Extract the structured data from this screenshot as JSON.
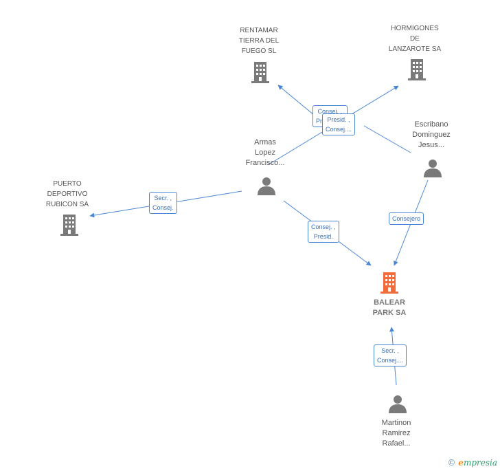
{
  "nodes": {
    "rentamar": {
      "type": "company",
      "label": [
        "RENTAMAR",
        "TIERRA DEL",
        "FUEGO SL"
      ]
    },
    "hormigones": {
      "type": "company",
      "label": [
        "HORMIGONES",
        "DE",
        "LANZAROTE SA"
      ]
    },
    "puerto": {
      "type": "company",
      "label": [
        "PUERTO",
        "DEPORTIVO",
        "RUBICON SA"
      ]
    },
    "balear": {
      "type": "main-company",
      "label": [
        "BALEAR",
        "PARK SA"
      ]
    },
    "armas": {
      "type": "person",
      "label": [
        "Armas",
        "Lopez",
        "Francisco..."
      ]
    },
    "escribano": {
      "type": "person",
      "label": [
        "Escribano",
        "Dominguez",
        "Jesus..."
      ]
    },
    "martinon": {
      "type": "person",
      "label": [
        "Martinon",
        "Ramirez",
        "Rafael..."
      ]
    }
  },
  "edges": [
    {
      "id": "armas-rentamar",
      "label": [
        "Consej. ,",
        "Presid.,...."
      ]
    },
    {
      "id": "escribano-hormigones",
      "label": [
        "Presid. ,",
        "Consej...."
      ]
    },
    {
      "id": "armas-puerto",
      "label": [
        "Secr. ,",
        "Consej."
      ]
    },
    {
      "id": "armas-balear",
      "label": [
        "Consej. ,",
        "Presid."
      ]
    },
    {
      "id": "escribano-balear",
      "label": [
        "Consejero"
      ]
    },
    {
      "id": "martinon-balear",
      "label": [
        "Secr. ,",
        "Consej...."
      ]
    }
  ],
  "colors": {
    "edge": "#4a86d4",
    "company_icon": "#7a7a7a",
    "main_company_icon": "#f26b3a",
    "person_icon": "#7a7a7a"
  },
  "footer": {
    "copyright": "©",
    "brand_first": "e",
    "brand_rest": "mpresia"
  }
}
